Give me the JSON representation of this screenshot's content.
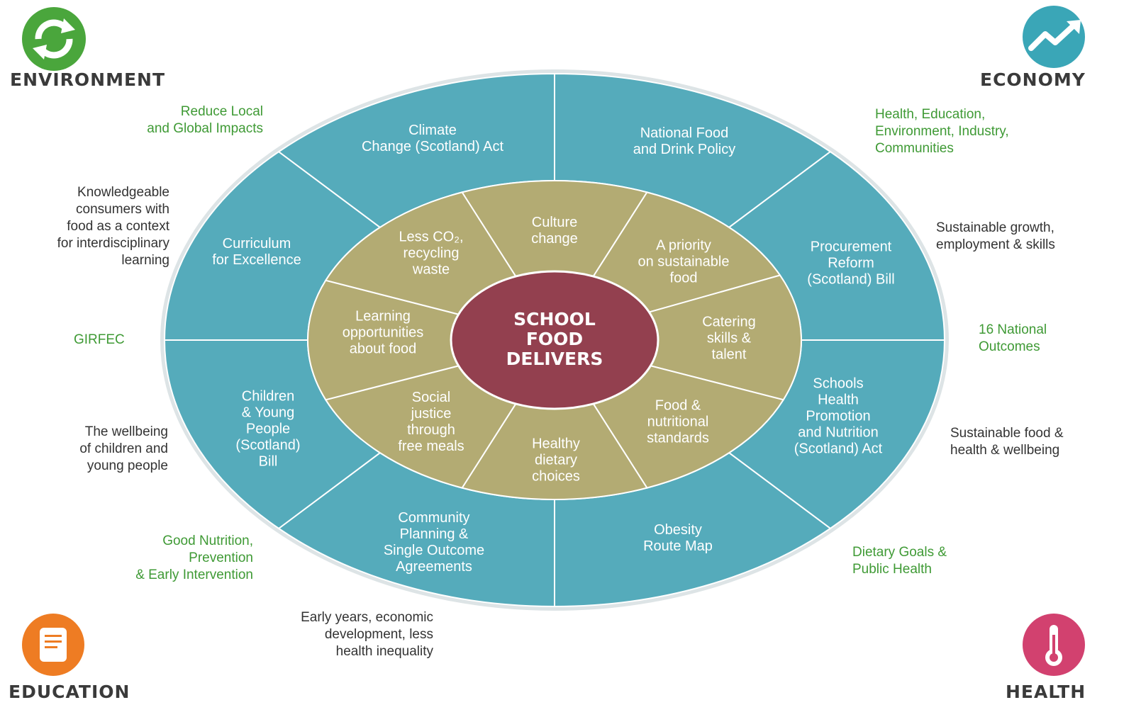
{
  "corners": {
    "environment": {
      "label": "ENVIRONMENT",
      "icon": "recycle-icon",
      "color": "#4aa63c"
    },
    "economy": {
      "label": "ECONOMY",
      "icon": "trend-up-icon",
      "color": "#3aa6b7"
    },
    "education": {
      "label": "EDUCATION",
      "icon": "document-icon",
      "color": "#ee7c23"
    },
    "health": {
      "label": "HEALTH",
      "icon": "thermometer-icon",
      "color": "#d2416f"
    }
  },
  "center": {
    "lines": [
      "SCHOOL",
      "FOOD",
      "DELIVERS"
    ],
    "color": "#93404f"
  },
  "colors": {
    "outer_ring": "#55abbb",
    "inner_ring": "#b3ab73",
    "outer_edge": "#dde4e6",
    "divider": "#ffffff"
  },
  "outer_segments": [
    {
      "lines": [
        "Climate",
        "Change (Scotland) Act"
      ]
    },
    {
      "lines": [
        "National Food",
        "and Drink Policy"
      ]
    },
    {
      "lines": [
        "Procurement",
        "Reform",
        "(Scotland) Bill"
      ]
    },
    {
      "lines": [
        "Schools",
        "Health",
        "Promotion",
        "and Nutrition",
        "(Scotland) Act"
      ]
    },
    {
      "lines": [
        "Obesity",
        "Route Map"
      ]
    },
    {
      "lines": [
        "Community",
        "Planning &",
        "Single Outcome",
        "Agreements"
      ]
    },
    {
      "lines": [
        "Children",
        "& Young",
        "People",
        "(Scotland)",
        "Bill"
      ]
    },
    {
      "lines": [
        "Curriculum",
        "for Excellence"
      ]
    }
  ],
  "inner_segments": [
    {
      "lines": [
        "Culture",
        "change"
      ]
    },
    {
      "lines": [
        "A priority",
        "on sustainable",
        "food"
      ]
    },
    {
      "lines": [
        "Catering",
        "skills &",
        "talent"
      ]
    },
    {
      "lines": [
        "Food &",
        "nutritional",
        "standards"
      ]
    },
    {
      "lines": [
        "Healthy",
        "dietary",
        "choices"
      ]
    },
    {
      "lines": [
        "Social",
        "justice",
        "through",
        "free meals"
      ]
    },
    {
      "lines": [
        "Learning",
        "opportunities",
        "about food"
      ]
    },
    {
      "lines": [
        "Less CO₂,",
        "recycling",
        "waste"
      ]
    }
  ],
  "notes": {
    "reduce_impacts": "Reduce Local\nand Global Impacts",
    "knowledgeable": "Knowledgeable\nconsumers with\nfood as a context\nfor interdisciplinary\nlearning",
    "girfec": "GIRFEC",
    "wellbeing_children": "The wellbeing\nof children and\nyoung people",
    "good_nutrition": "Good Nutrition,\nPrevention\n& Early Intervention",
    "early_years": "Early years, economic\ndevelopment, less\nhealth inequality",
    "health_education": "Health, Education,\nEnvironment, Industry,\nCommunities",
    "sustainable_growth": "Sustainable growth,\nemployment & skills",
    "national_outcomes": "16 National\nOutcomes",
    "sustainable_food": "Sustainable food &\nhealth & wellbeing",
    "dietary_goals": "Dietary Goals &\nPublic Health"
  }
}
